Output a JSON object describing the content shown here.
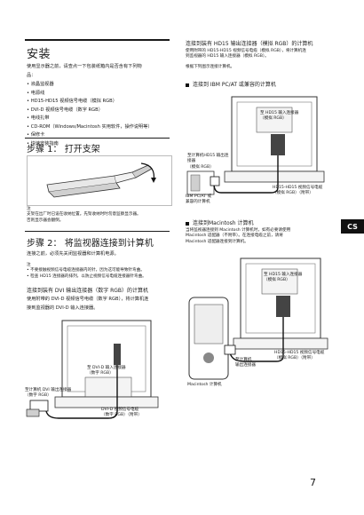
{
  "left": {
    "section_title": "安装",
    "intro": [
      "使用显示器之前，请查点一下包装纸箱内是否含有下列物",
      "品："
    ],
    "items": [
      "• 液晶监视器",
      "• 电源线",
      "• HD15-HD15 视频信号电缆（模拟 RGB）",
      "• DVI-D 视频信号电缆（数字 RGB）",
      "• 电线扎带",
      "• CD-ROM（Windows/Macintosh 实用软件，操作说明等）",
      "• 保修卡",
      "• 快速安装指南"
    ],
    "step1": "步骤 1： 打开支架",
    "note1": [
      "注",
      "支架在出厂时已设在收纳位置。先架收纳时时勿意监察显示器。",
      "否则显示器会翻倒。"
    ],
    "step2": "步骤 2： 将监视器连接到计算机",
    "step2_intro": "连接之前，必须先关闭监视器和计算机电源。",
    "note2": [
      "注",
      "• 不要接触视频信号电缆连接器内的针，因为这可能导致针弯曲。",
      "• 检查 HD15 连接器的排列，以防止视频信号电缆连接器针弯曲。"
    ],
    "dvi_heading": "连接到装有 DVI 输出连接器（数字 RGB）的计算机",
    "dvi_text": [
      "使用附带的 DVI-D 视频信号电缆（数字 RGB），将计算机连",
      "接到监视器的 DVI-D 输入连接器。"
    ],
    "fig_dvi": {
      "monitor_label": [
        "至 DVI-D 输入连接器",
        "（数字 RGB）"
      ],
      "pc_label": [
        "至计算机 DVI 输出连接器",
        "（数字 RGB）"
      ],
      "cable_label": [
        "DVI-D 视频信号电缆",
        "（数字 RGB）（附带）"
      ]
    }
  },
  "right": {
    "hd15_heading": "连接到装有 HD15 输出连接器（模拟 RGB）的计算机",
    "hd15_text": [
      "使用附带的 HD15-HD15 视频信号电缆（模拟 RGB），将计算机连",
      "到监视器的 HD15 输入连接器（模拟 RGB）。"
    ],
    "hd15_text2": "根据下列图示连接计算机。",
    "ibm_heading": "连接到 IBM PC/AT 或兼容的计算机",
    "fig_ibm": {
      "monitor_label": [
        "至 HD15 输入连接器",
        "（模拟 RGB）"
      ],
      "pc_label": [
        "至计算机HD15 输出连",
        "接器",
        "（模拟 RGB）"
      ],
      "ibm_label": [
        "IBM PC/AT 或",
        "兼容的计算机"
      ],
      "cable_label": [
        "HD15-HD15 视频信号电缆",
        "（模拟 RGB）（附带）"
      ]
    },
    "mac_heading": "连接到Macintosh 计算机",
    "mac_text": [
      "当将监视器连接到 Macintosh 计算机时，如有必要请使用",
      "Macintosh 适配器（不附带）。在连接电缆之前，请将",
      "Macintosh 适配器连接到计算机。"
    ],
    "fig_mac": {
      "monitor_label": [
        "至 HD15 输入连接器",
        "（模拟 RGB）"
      ],
      "pc_label": [
        "至计算机",
        "输出连接器"
      ],
      "cable_label": [
        "HD15-HD15 视频信号电缆",
        "（模拟 RGB）（附带）"
      ],
      "computer_label": "Macintosh 计算机"
    }
  },
  "tab": "CS",
  "page_number": "7"
}
